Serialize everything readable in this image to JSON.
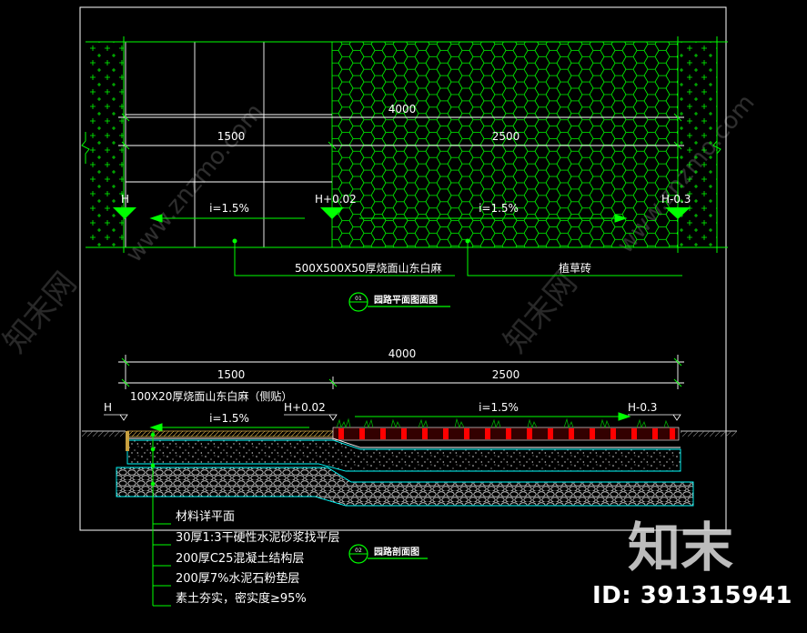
{
  "plan": {
    "dim_total": "4000",
    "dim_left": "1500",
    "dim_right": "2500",
    "elev_left": "H",
    "elev_mid": "H+0.02",
    "elev_right": "H-0.3",
    "slope_left": "i=1.5%",
    "slope_right": "i=1.5%",
    "label_paving": "500X500X50厚烧面山东白麻",
    "label_grass": "植草砖",
    "title_no": "01",
    "title": "园路平面图面图"
  },
  "section": {
    "dim_total": "4000",
    "dim_left": "1500",
    "dim_right": "2500",
    "curb_label": "100X20厚烧面山东白麻（侧贴）",
    "elev_left": "H",
    "elev_mid": "H+0.02",
    "elev_right": "H-0.3",
    "slope_left": "i=1.5%",
    "slope_right": "i=1.5%",
    "layers": [
      "材料详平面",
      "30厚1:3干硬性水泥砂浆找平层",
      "200厚C25混凝土结构层",
      "200厚7%水泥石粉垫层",
      "素土夯实，密实度≥95%"
    ],
    "title_no": "02",
    "title": "园路剖面图"
  },
  "watermark": {
    "logo": "知末",
    "side_text": "知末网",
    "url_text": "www.znzmo.com",
    "id": "ID: 391315941"
  },
  "colors": {
    "background": "#000000",
    "line_green": "#00ff00",
    "line_white": "#ffffff",
    "cyan": "#00ffff",
    "red": "#ff0000",
    "yellow": "#ffff00"
  }
}
